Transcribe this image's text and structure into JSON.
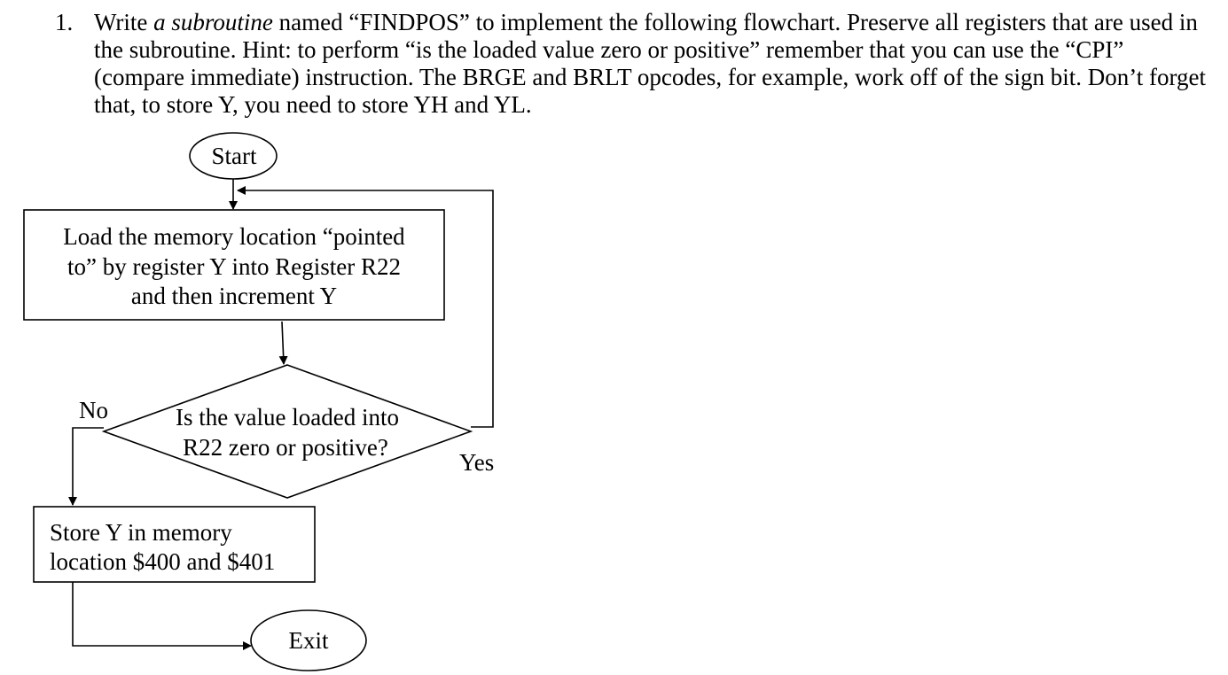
{
  "question": {
    "number": "1.",
    "text_before_italic": "Write ",
    "italic_text": "a subroutine",
    "text_after_italic": " named “FINDPOS” to implement the following flowchart.  Preserve all registers that are used in the subroutine.  Hint: to perform “is the loaded value zero or positive” remember that you can use the “CPI” (compare immediate) instruction. The BRGE and BRLT opcodes, for example, work off of the sign bit. Don’t forget that, to store Y, you need to store YH and YL."
  },
  "flowchart": {
    "start_label": "Start",
    "load_box_lines": [
      "Load the memory location “pointed",
      "to” by register Y into Register R22",
      "and then increment Y"
    ],
    "decision_lines": [
      "Is the value loaded into",
      "R22 zero or positive?"
    ],
    "no_label": "No",
    "yes_label": "Yes",
    "store_box_lines": [
      "Store Y in memory",
      "location $400 and $401"
    ],
    "exit_label": "Exit"
  }
}
